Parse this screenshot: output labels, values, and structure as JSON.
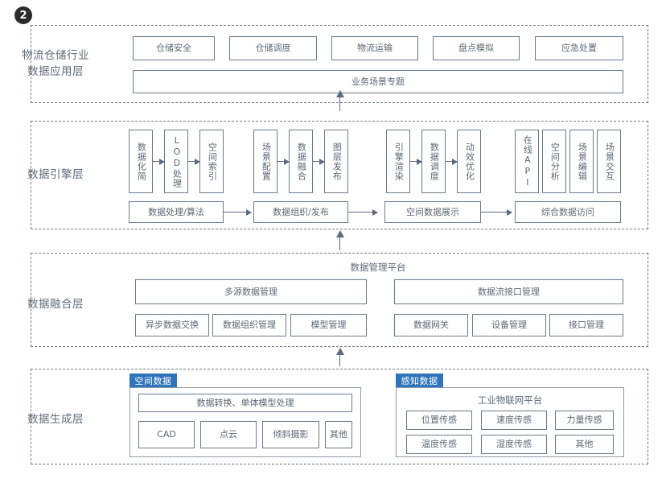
{
  "badge": {
    "number": "2"
  },
  "layers": [
    {
      "id": "application",
      "label_line1": "物流仓储行业",
      "label_line2": "数据应用层",
      "apps": [
        "仓储安全",
        "仓储调度",
        "物流运输",
        "盘点模拟",
        "应急处置"
      ],
      "wide_box": "业务场景专题"
    },
    {
      "id": "engine",
      "label_line1": "数据引擎层",
      "label_line2": "",
      "groups": [
        {
          "items": [
            "数据化简",
            "LOD处理",
            "空间索引"
          ],
          "summary": "数据处理/算法"
        },
        {
          "items": [
            "场景配置",
            "数据融合",
            "图层发布"
          ],
          "summary": "数据组织/发布"
        },
        {
          "items": [
            "引擎渲染",
            "数据调度",
            "动效优化"
          ],
          "summary": "空间数据展示"
        },
        {
          "items": [
            "在线API",
            "空间分析",
            "场景编辑",
            "场景交互"
          ],
          "summary": "综合数据访问"
        }
      ]
    },
    {
      "id": "fusion",
      "label_line1": "数据融合层",
      "label_line2": "",
      "platform_title": "数据管理平台",
      "columns": [
        {
          "header": "多源数据管理",
          "items": [
            "异步数据交换",
            "数据组织管理",
            "模型管理"
          ]
        },
        {
          "header": "数据流接口管理",
          "items": [
            "数据网关",
            "设备管理",
            "接口管理"
          ]
        }
      ]
    },
    {
      "id": "generation",
      "label_line1": "数据生成层",
      "label_line2": "",
      "panels": [
        {
          "tab": "空间数据",
          "header": "数据转换、单体模型处理",
          "items": [
            "CAD",
            "点云",
            "倾斜摄影",
            "其他"
          ]
        },
        {
          "tab": "感知数据",
          "title": "工业物联网平台",
          "items_row1": [
            "位置传感",
            "速度传感",
            "力量传感"
          ],
          "items_row2": [
            "温度传感",
            "湿度传感",
            "其他"
          ]
        }
      ]
    }
  ],
  "colors": {
    "tab_blue": "#2e73bb",
    "box_border": "#6b7a8a",
    "text": "#5d6874",
    "dashed_border": "#6e7b88",
    "badge_bg": "#2b2b2b"
  }
}
